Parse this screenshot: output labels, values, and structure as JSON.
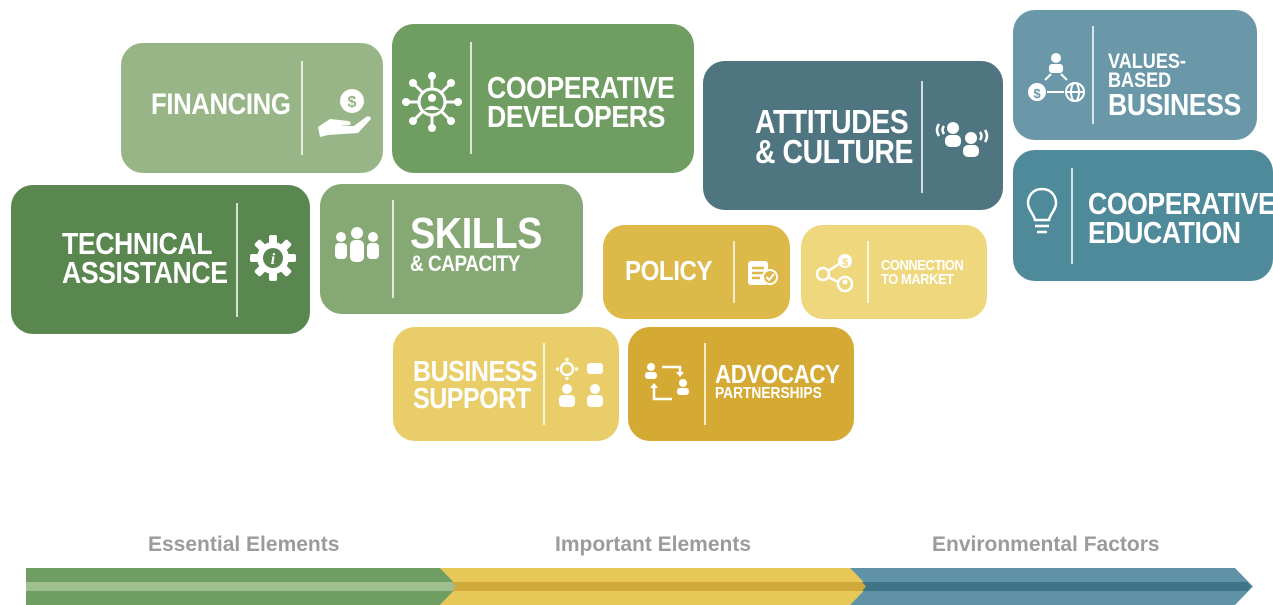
{
  "tiles": {
    "financing": {
      "line1": "FINANCING",
      "icon": "hand-money-icon",
      "color": "#97b587"
    },
    "cooperative_developers": {
      "line1": "COOPERATIVE",
      "line2": "DEVELOPERS",
      "icon": "network-person-icon",
      "color": "#6f9d62"
    },
    "attitudes_culture": {
      "line1": "ATTITUDES",
      "line2": "& CULTURE",
      "icon": "people-talking-icon",
      "color": "#4f7580"
    },
    "values_based_business": {
      "line1": "VALUES-BASED",
      "line2": "BUSINESS",
      "icon": "values-exchange-icon",
      "color": "#6a98a8"
    },
    "technical_assistance": {
      "line1": "TECHNICAL",
      "line2": "ASSISTANCE",
      "icon": "info-gear-icon",
      "color": "#5a8750"
    },
    "skills_capacity": {
      "line1": "SKILLS",
      "line2": "& CAPACITY",
      "icon": "group-people-icon",
      "color": "#86a874"
    },
    "policy": {
      "line1": "POLICY",
      "icon": "policy-document-icon",
      "color": "#dcb948"
    },
    "connection_to_market": {
      "line1": "CONNECTION",
      "line2": "TO MARKET",
      "icon": "market-connection-icon",
      "color": "#efd77d"
    },
    "cooperative_education": {
      "line1": "COOPERATIVE",
      "line2": "EDUCATION",
      "icon": "lightbulb-icon",
      "color": "#4f8a9b"
    },
    "business_support": {
      "line1": "BUSINESS",
      "line2": "SUPPORT",
      "icon": "gear-team-icon",
      "color": "#e8cd68"
    },
    "advocacy_partnerships": {
      "line1": "ADVOCACY",
      "line2": "PARTNERSHIPS",
      "icon": "exchange-arrows-icon",
      "color": "#d4aa35"
    }
  },
  "categories": {
    "essential": {
      "label": "Essential Elements",
      "color": "#6f9d62"
    },
    "important": {
      "label": "Important Elements",
      "color": "#e6c757"
    },
    "environmental": {
      "label": "Environmental Factors",
      "color": "#5f93a5"
    }
  }
}
